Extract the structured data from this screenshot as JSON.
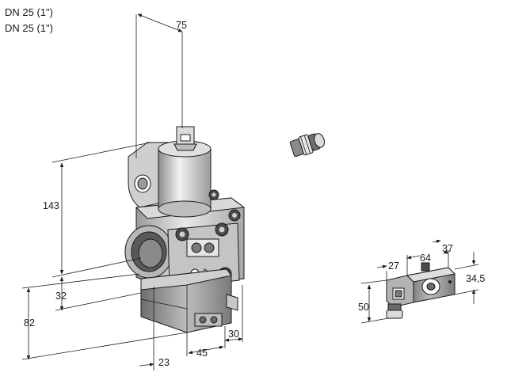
{
  "header": {
    "line1": "DN 25 (1\")",
    "line2": "DN 25 (1\")"
  },
  "dimensions": {
    "top_width": "75",
    "main_height": "143",
    "lower_height": "32",
    "total_height": "82",
    "bottom_offset": "23",
    "bottom_width": "45",
    "bottom_depth": "30",
    "coil_left": "27",
    "coil_length": "64",
    "coil_right": "37",
    "coil_height": "34,5",
    "coil_total_height": "50"
  },
  "icons": {
    "valve": "gas-valve-assembly-icon",
    "cable_gland": "cable-gland-icon",
    "solenoid": "solenoid-coil-icon"
  }
}
